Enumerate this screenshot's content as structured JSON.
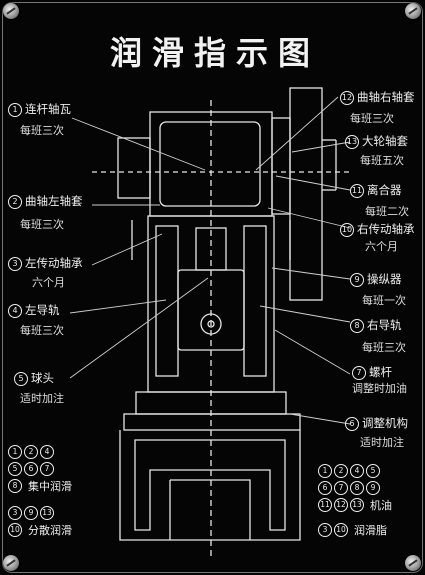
{
  "title": "润滑指示图",
  "points": [
    {
      "num": "1",
      "name": "连杆轴瓦",
      "freq": "每班三次"
    },
    {
      "num": "2",
      "name": "曲轴左轴套",
      "freq": "每班三次"
    },
    {
      "num": "3",
      "name": "左传动轴承",
      "freq": "六个月"
    },
    {
      "num": "4",
      "name": "左导轨",
      "freq": "每班三次"
    },
    {
      "num": "5",
      "name": "球头",
      "freq": "适时加注"
    },
    {
      "num": "6",
      "name": "调整机构",
      "freq": "适时加注"
    },
    {
      "num": "7",
      "name": "螺杆",
      "freq": "调整时加油"
    },
    {
      "num": "8",
      "name": "右导轨",
      "freq": "每班三次"
    },
    {
      "num": "9",
      "name": "操纵器",
      "freq": "每班一次"
    },
    {
      "num": "10",
      "name": "右传动轴承",
      "freq": "六个月"
    },
    {
      "num": "11",
      "name": "离合器",
      "freq": "每班二次"
    },
    {
      "num": "12",
      "name": "曲轴右轴套",
      "freq": "每班三次"
    },
    {
      "num": "13",
      "name": "大轮轴套",
      "freq": "每班五次"
    }
  ],
  "legend_left": {
    "central": {
      "nums": [
        [
          "1",
          "2",
          "4"
        ],
        [
          "5",
          "6",
          "7"
        ],
        [
          "8"
        ]
      ],
      "label": "集中润滑"
    },
    "dispersed": {
      "nums": [
        [
          "3",
          "9",
          "13"
        ],
        [
          "10"
        ]
      ],
      "label": "分散润滑"
    }
  },
  "legend_right": {
    "oil": {
      "nums": [
        [
          "1",
          "2",
          "4",
          "5"
        ],
        [
          "6",
          "7",
          "8",
          "9"
        ],
        [
          "11",
          "12",
          "13"
        ]
      ],
      "label": "机油"
    },
    "grease": {
      "nums": [
        [
          "3",
          "10"
        ]
      ],
      "label": "润滑脂"
    }
  }
}
